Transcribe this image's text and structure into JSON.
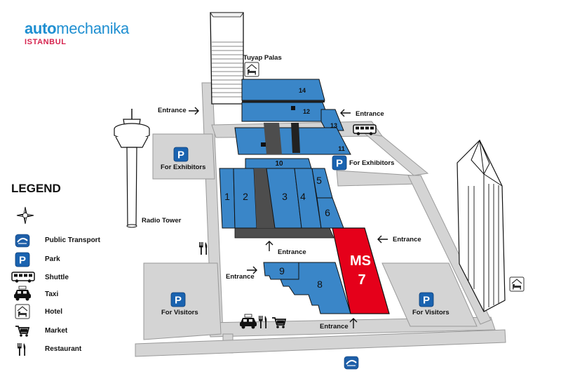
{
  "logo": {
    "brand_part1": "auto",
    "brand_part2": "mechanika",
    "city": "ISTANBUL"
  },
  "legend": {
    "title": "LEGEND",
    "items": [
      {
        "icon": "public-transport-icon",
        "label": "Public Transport"
      },
      {
        "icon": "parking-icon",
        "label": "Park"
      },
      {
        "icon": "shuttle-bus-icon",
        "label": "Shuttle"
      },
      {
        "icon": "taxi-icon",
        "label": "Taxi"
      },
      {
        "icon": "hotel-icon",
        "label": "Hotel"
      },
      {
        "icon": "market-cart-icon",
        "label": "Market"
      },
      {
        "icon": "restaurant-icon",
        "label": "Restaurant"
      }
    ]
  },
  "landmarks": {
    "tuyap_palas": "Tuyap Palas",
    "radio_tower": "Radio Tower"
  },
  "parking": {
    "exhibitors": "For Exhibitors",
    "visitors": "For Visitors",
    "symbol": "P"
  },
  "entrance_label": "Entrance",
  "halls": {
    "h1": "1",
    "h2": "2",
    "h3": "3",
    "h4": "4",
    "h5": "5",
    "h6": "6",
    "h8": "8",
    "h9": "9",
    "h10": "10",
    "h11": "11",
    "h12": "12",
    "h13": "13",
    "h14": "14",
    "ms7_line1": "MS",
    "ms7_line2": "7"
  },
  "colors": {
    "hall_blue": "#3a86c8",
    "highlight_red": "#e5001a",
    "ground_gray": "#d4d4d4",
    "corridor_dark": "#4d4d4d",
    "brand_blue": "#1f8fd1",
    "brand_red": "#d6244f"
  }
}
